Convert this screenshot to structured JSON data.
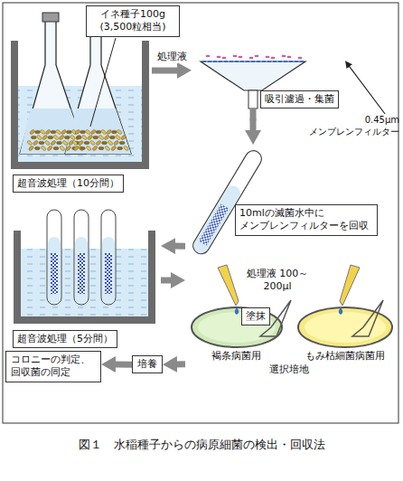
{
  "diagram": {
    "caption": "図１　水稲種子からの病原細菌の検出・回収法",
    "nodes": [
      {
        "text": [
          "イネ種子100g (3,500粒相当)"
        ]
      },
      {
        "text": [
          "超音波処理（10分間）"
        ]
      },
      {
        "text": [
          "吸引濾過・集菌"
        ]
      },
      {
        "text": [
          "0.45μm メンブレンフィルター"
        ]
      },
      {
        "text": [
          "10mlの滅菌水中に メンブレンフィルターを回収"
        ]
      },
      {
        "text": [
          "超音波処理（5分間）"
        ]
      },
      {
        "text": [
          "塗抹"
        ]
      },
      {
        "text": [
          "培養"
        ]
      },
      {
        "text": [
          "コロニーの判定、 回収菌の同定"
        ]
      }
    ],
    "edges": [
      {
        "from": 1,
        "to": 2,
        "arrow": "to",
        "label": "処理液"
      },
      {
        "from": 2,
        "to": 4,
        "arrow": "to"
      },
      {
        "from": 3,
        "to": 2,
        "arrow": "to"
      },
      {
        "from": 4,
        "to": 5,
        "arrow": "to"
      },
      {
        "from": 5,
        "to": 6,
        "arrow": "to"
      },
      {
        "from": 6,
        "to": 7,
        "arrow": "to"
      },
      {
        "from": 7,
        "to": 8,
        "arrow": "to"
      }
    ],
    "labels": [
      "処理液 100～200μl",
      "褐条病菌用",
      "もみ枯細菌病菌用",
      "選択培地"
    ]
  }
}
